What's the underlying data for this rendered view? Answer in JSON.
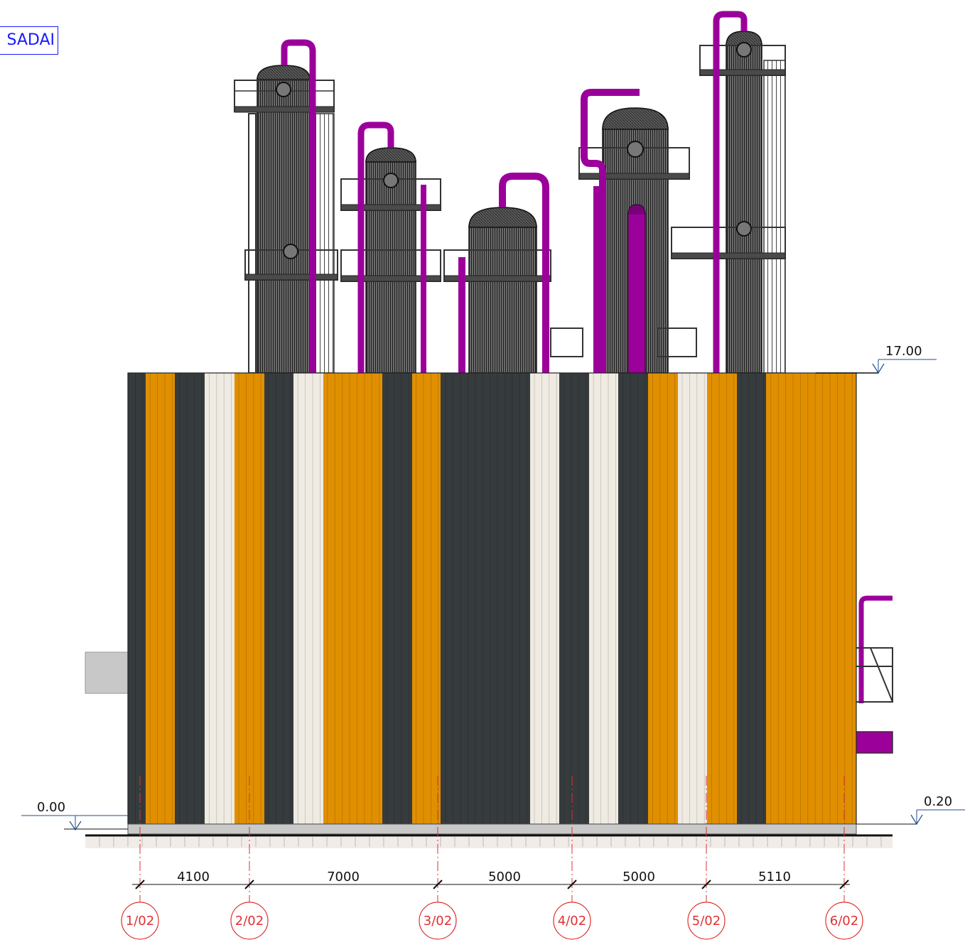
{
  "sheet_tag": "SADAI",
  "levels": [
    {
      "label": "17.00"
    },
    {
      "label": "0.00"
    },
    {
      "label": "0.20"
    }
  ],
  "dimensions": [
    "4100",
    "7000",
    "5000",
    "5000",
    "5110"
  ],
  "axes": [
    "1/02",
    "2/02",
    "3/02",
    "4/02",
    "5/02",
    "6/02"
  ],
  "colors": {
    "orange_panel": "#e08f00",
    "dark_panel": "#363b3d",
    "cream_panel": "#efebe2",
    "pipe": "#9b009b",
    "column": "#5c5c5c",
    "axis": "#e03030",
    "level_marker": "#1f4e8c",
    "sheet_tag": "#1a1aff"
  }
}
